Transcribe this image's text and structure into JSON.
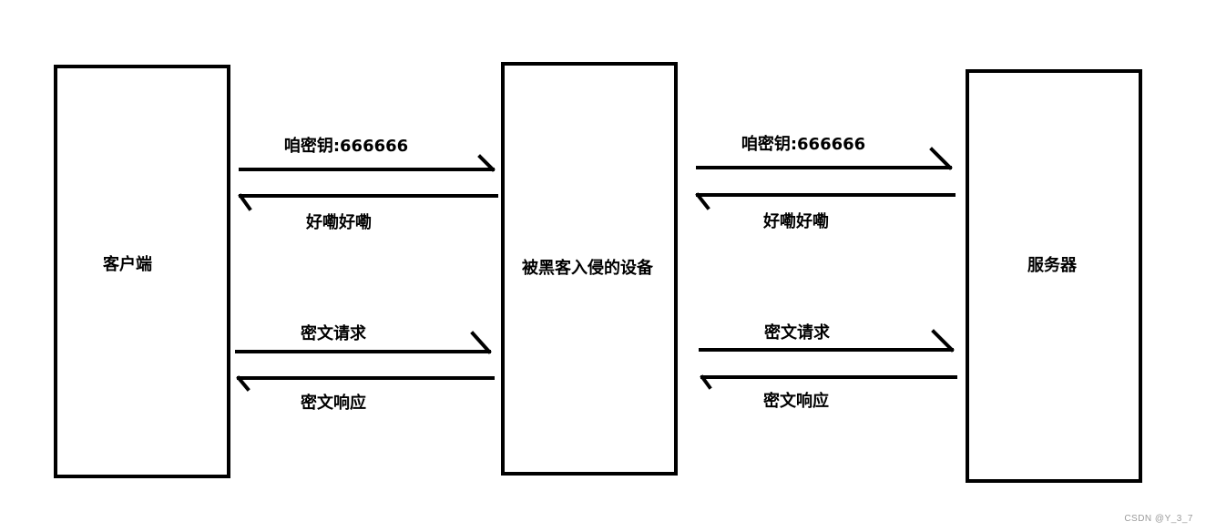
{
  "nodes": {
    "client": "客户端",
    "device": "被黑客入侵的设备",
    "server": "服务器"
  },
  "arrows": {
    "left_key_request": "咱密钥:666666",
    "left_key_reply": "好嘞好嘞",
    "left_encrypted_request": "密文请求",
    "left_encrypted_response": "密文响应",
    "right_key_request": "咱密钥:666666",
    "right_key_reply": "好嘞好嘞",
    "right_encrypted_request": "密文请求",
    "right_encrypted_response": "密文响应"
  },
  "watermark": "CSDN @Y_3_7"
}
